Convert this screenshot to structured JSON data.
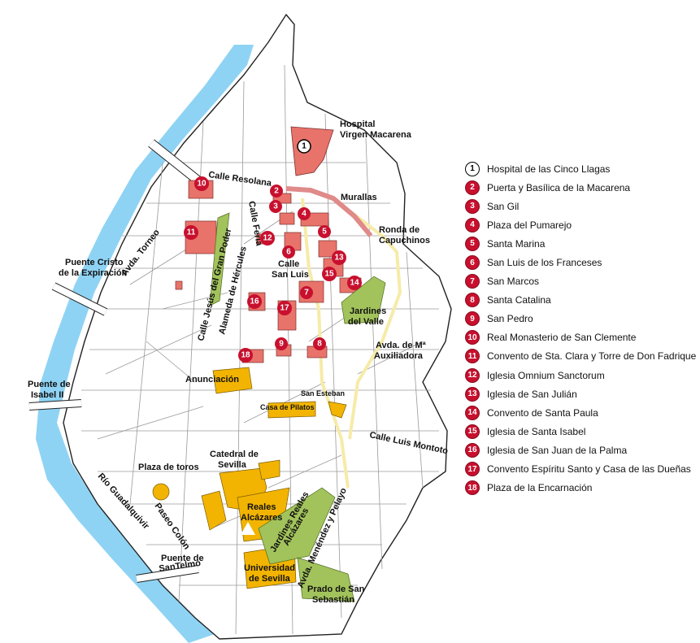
{
  "colors": {
    "river": "#8fd3f4",
    "block_fill": "#ffffff",
    "street": "#f1f1f1",
    "monument": "#e8736a",
    "heritage": "#f2b400",
    "park": "#a2c35b",
    "wall": "#e08a8a",
    "ronda": "#f6eba8",
    "marker": "#c8102e"
  },
  "map_labels": {
    "hospital_line1": "Hospital",
    "hospital_line2": "Virgen Macarena",
    "murallas": "Murallas",
    "ronda_line1": "Ronda de",
    "ronda_line2": "Capuchinos",
    "resolana": "Calle Resolana",
    "torneo": "Avda. Torneo",
    "puente_cristo_line1": "Puente Cristo",
    "puente_cristo_line2": "de la Expiración",
    "feria": "Calle Feria",
    "san_luis_line1": "Calle",
    "san_luis_line2": "San Luis",
    "jesus_gran_poder": "Calle Jesús del Gran Poder",
    "alameda": "Alameda de Hércules",
    "jardines_valle_line1": "Jardines",
    "jardines_valle_line2": "del Valle",
    "auxiliadora_line1": "Avda. de Mª",
    "auxiliadora_line2": "Auxiliadora",
    "anunciacion": "Anunciación",
    "san_esteban": "San Esteban",
    "casa_pilatos": "Casa de Pilatos",
    "luis_montoto": "Calle Luis Montoto",
    "puente_isabel_line1": "Puente de",
    "puente_isabel_line2": "Isabel II",
    "catedral_line1": "Catedral de",
    "catedral_line2": "Sevilla",
    "plaza_toros": "Plaza de toros",
    "paseo_colon": "Paseo Colón",
    "rio": "Río Guadalquivir",
    "alcazares_line1": "Reales",
    "alcazares_line2": "Alcázares",
    "jardines_alcazares_line1": "Jardines Reales",
    "jardines_alcazares_line2": "Alcázares",
    "menendez_pelayo": "Avda. Menéndez y Pelayo",
    "puente_santelmo_line1": "Puente de",
    "puente_santelmo_line2": "SanTelmo",
    "universidad_line1": "Universidad",
    "universidad_line2": "de Sevilla",
    "prado_line1": "Prado de San",
    "prado_line2": "Sebastián"
  },
  "markers": [
    {
      "num": "1",
      "style": "outline"
    },
    {
      "num": "2",
      "style": "filled"
    },
    {
      "num": "3",
      "style": "filled"
    },
    {
      "num": "4",
      "style": "filled"
    },
    {
      "num": "5",
      "style": "filled"
    },
    {
      "num": "6",
      "style": "filled"
    },
    {
      "num": "7",
      "style": "filled"
    },
    {
      "num": "8",
      "style": "filled"
    },
    {
      "num": "9",
      "style": "filled"
    },
    {
      "num": "10",
      "style": "filled"
    },
    {
      "num": "11",
      "style": "filled"
    },
    {
      "num": "12",
      "style": "filled"
    },
    {
      "num": "13",
      "style": "filled"
    },
    {
      "num": "14",
      "style": "filled"
    },
    {
      "num": "15",
      "style": "filled"
    },
    {
      "num": "16",
      "style": "filled"
    },
    {
      "num": "17",
      "style": "filled"
    },
    {
      "num": "18",
      "style": "filled"
    }
  ],
  "legend": [
    {
      "num": "1",
      "label": "Hospital de las Cinco Llagas"
    },
    {
      "num": "2",
      "label": "Puerta y Basílica de la Macarena"
    },
    {
      "num": "3",
      "label": "San Gil"
    },
    {
      "num": "4",
      "label": "Plaza del Pumarejo"
    },
    {
      "num": "5",
      "label": "Santa Marina"
    },
    {
      "num": "6",
      "label": "San Luis de los Franceses"
    },
    {
      "num": "7",
      "label": "San Marcos"
    },
    {
      "num": "8",
      "label": "Santa Catalina"
    },
    {
      "num": "9",
      "label": "San Pedro"
    },
    {
      "num": "10",
      "label": "Real Monasterio de San Clemente"
    },
    {
      "num": "11",
      "label": "Convento de Sta. Clara y Torre de Don Fadrique"
    },
    {
      "num": "12",
      "label": "Iglesia Omnium Sanctorum"
    },
    {
      "num": "13",
      "label": "Iglesia de San Julián"
    },
    {
      "num": "14",
      "label": "Convento de Santa Paula"
    },
    {
      "num": "15",
      "label": "Iglesia de Santa Isabel"
    },
    {
      "num": "16",
      "label": "Iglesia de San Juan de la Palma"
    },
    {
      "num": "17",
      "label": "Convento Espíritu Santo y Casa de las Dueñas"
    },
    {
      "num": "18",
      "label": "Plaza de la Encarnación"
    }
  ]
}
